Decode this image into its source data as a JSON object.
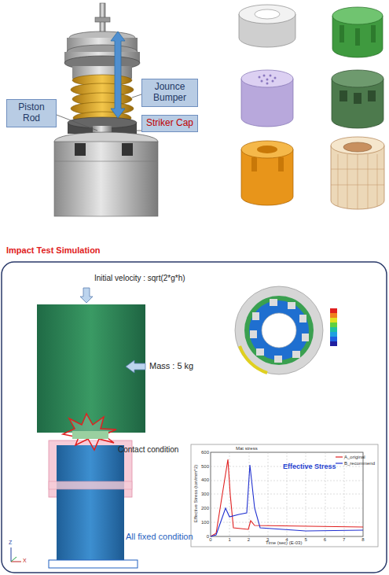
{
  "diagram": {
    "title": "Impact Test Simulation",
    "nodes": [
      {
        "text": [
          "Piston Rod"
        ]
      },
      {
        "text": [
          "Jounce Bumper"
        ]
      },
      {
        "text": [
          "Striker Cap"
        ]
      }
    ],
    "labels": [
      "Initial velocity : sqrt(2*g*h)",
      "Mass : 5 kg",
      "Contact condition",
      "All fixed condition",
      "Mat stress",
      "Effective Stress",
      "Time (sec) (E-03)",
      "Effective Stress (ton/mm^2)",
      "0",
      "1",
      "2",
      "3",
      "4",
      "5",
      "6",
      "7",
      "8",
      "0",
      "100",
      "200",
      "300",
      "400",
      "500",
      "600",
      "Z",
      "X"
    ],
    "legend": [
      {
        "text": "A_original"
      },
      {
        "text": "B_recommend"
      }
    ]
  }
}
